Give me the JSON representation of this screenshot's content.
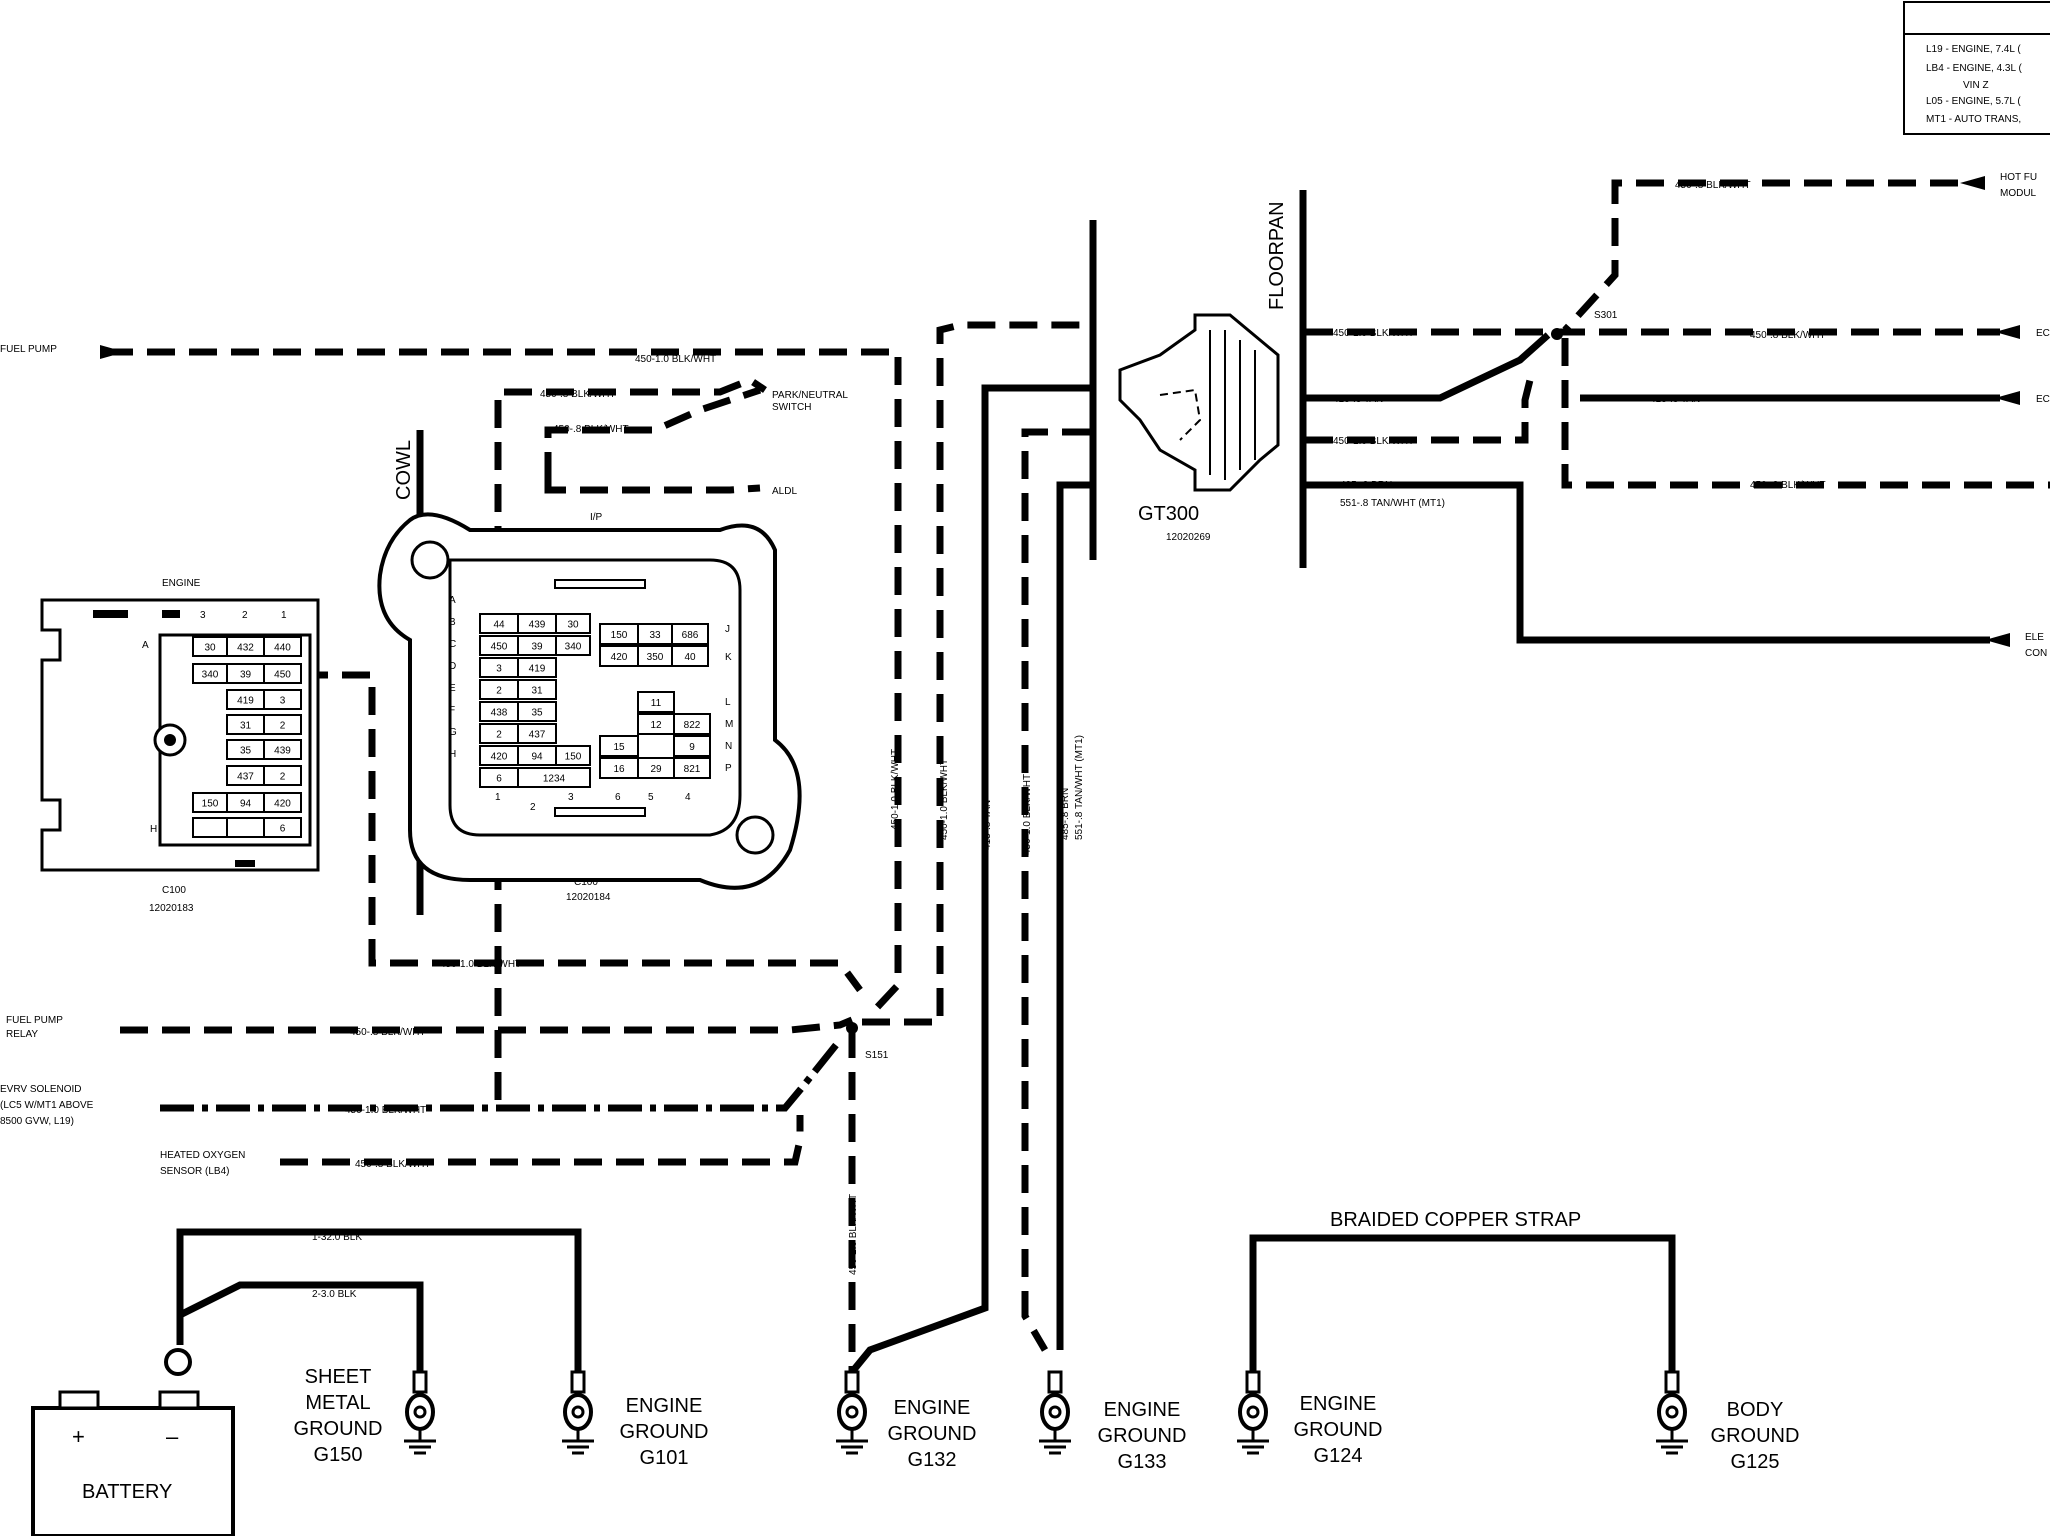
{
  "legend": {
    "lines": [
      "L19 - ENGINE, 7.4L (",
      "LB4 - ENGINE, 4.3L (",
      "VIN Z",
      "L05 - ENGINE, 5.7L (",
      "MT1 - AUTO TRANS,"
    ]
  },
  "labels": {
    "fuel_pump": "FUEL PUMP",
    "fuel_pump_relay": [
      "FUEL PUMP",
      "RELAY"
    ],
    "evrv_solenoid": [
      "EVRV SOLENOID",
      "(LC5 W/MT1 ABOVE",
      "8500 GVW, L19)"
    ],
    "heated_oxygen_sensor": [
      "HEATED OXYGEN",
      "SENSOR (LB4)"
    ],
    "park_neutral_switch": [
      "PARK/NEUTRAL",
      "SWITCH"
    ],
    "aldl": "ALDL",
    "ip": "I/P",
    "cowl": "COWL",
    "floorpan": "FLOORPAN",
    "engine": "ENGINE",
    "hot_fuel_module": [
      "HOT FU",
      "MODUL"
    ],
    "right_ec_1": "EC",
    "right_ec_2": "EC",
    "right_ele": [
      "ELE",
      "CON"
    ],
    "braided_copper_strap": "BRAIDED COPPER STRAP",
    "battery": "BATTERY",
    "battery_plus": "+",
    "battery_minus": "–"
  },
  "connectors": {
    "c100_engine": {
      "name": "C100",
      "part": "12020183",
      "cols": [
        "3",
        "2",
        "1"
      ],
      "rows": [
        "A",
        "H"
      ]
    },
    "c100_ip": {
      "name": "C100",
      "part": "12020184",
      "rows": [
        "A",
        "B",
        "C",
        "D",
        "E",
        "F",
        "G",
        "H"
      ],
      "rows_right": [
        "J",
        "K",
        "L",
        "M",
        "N",
        "P"
      ],
      "cols": [
        "1",
        "2",
        "3",
        "6",
        "5",
        "4"
      ]
    },
    "gt300": {
      "name": "GT300",
      "part": "12020269"
    }
  },
  "splices": {
    "s151": "S151",
    "s301": "S301"
  },
  "grounds": {
    "g150": [
      "SHEET",
      "METAL",
      "GROUND",
      "G150"
    ],
    "g101": [
      "ENGINE",
      "GROUND",
      "G101"
    ],
    "g132": [
      "ENGINE",
      "GROUND",
      "G132"
    ],
    "g133": [
      "ENGINE",
      "GROUND",
      "G133"
    ],
    "g124": [
      "ENGINE",
      "GROUND",
      "G124"
    ],
    "g125": [
      "BODY",
      "GROUND",
      "G125"
    ]
  },
  "wire_labels": {
    "w1": "450-1.0 BLK/WHT",
    "w2": "450-.8 BLK/WHT",
    "w3": "450-.8 BLK/WHT",
    "w4": "450-1.0 BLK/WHT",
    "w5": "450-.8 BLK/WHT",
    "w6": "450-1.0 BLK/WHT",
    "w7": "450-.8 BLK/WHT",
    "w8": "1-32.0 BLK",
    "w9": "2-3.0 BLK",
    "v1": "450-1.0 BLK/WHT",
    "v2": "450-1.0 BLK/WHT",
    "v3": "413-.8 TAN",
    "v4": "450-1.0 BLK/WHT",
    "v5": "485-.8 BRN",
    "v6": "551-.8 TAN/WHT (MT1)",
    "v7": "450-1.0 BLK/WHT",
    "r1": "450-.8 BLK/WHT",
    "r2": "450-1.0 BLK/WHT",
    "r3": "450-.8 BLK/WHT",
    "r4": "413-.8 TAN",
    "r5": "413-.8 TAN",
    "r6": "450-1.0 BLK/WHT",
    "r7": "485-.8 BRN",
    "r8": "551-.8 TAN/WHT (MT1)",
    "r9": "450-.8 BLK/WHT"
  },
  "c100_engine_cells": [
    {
      "v": "30"
    },
    {
      "v": "432"
    },
    {
      "v": "440"
    },
    {
      "v": "340"
    },
    {
      "v": "39"
    },
    {
      "v": "450"
    },
    {
      "v": "419"
    },
    {
      "v": "3"
    },
    {
      "v": "31"
    },
    {
      "v": "2"
    },
    {
      "v": "35"
    },
    {
      "v": "439"
    },
    {
      "v": "437"
    },
    {
      "v": "2"
    },
    {
      "v": "150"
    },
    {
      "v": "94"
    },
    {
      "v": "420"
    },
    {
      "v": ""
    },
    {
      "v": ""
    },
    {
      "v": "6"
    }
  ],
  "c100_ip_left_cells": [
    {
      "v": "44"
    },
    {
      "v": "439"
    },
    {
      "v": "30"
    },
    {
      "v": "450"
    },
    {
      "v": "39"
    },
    {
      "v": "340"
    },
    {
      "v": "3"
    },
    {
      "v": "419"
    },
    {
      "v": "2"
    },
    {
      "v": "31"
    },
    {
      "v": "438"
    },
    {
      "v": "35"
    },
    {
      "v": "2"
    },
    {
      "v": "437"
    },
    {
      "v": "420"
    },
    {
      "v": "94"
    },
    {
      "v": "150"
    },
    {
      "v": "6"
    },
    {
      "v": "1234"
    }
  ],
  "c100_ip_right_cells": [
    {
      "v": "150"
    },
    {
      "v": "33"
    },
    {
      "v": "686"
    },
    {
      "v": "420"
    },
    {
      "v": "350"
    },
    {
      "v": "40"
    },
    {
      "v": "11"
    },
    {
      "v": "12"
    },
    {
      "v": "822"
    },
    {
      "v": "15"
    },
    {
      "v": "9"
    },
    {
      "v": "16"
    },
    {
      "v": "29"
    },
    {
      "v": "821"
    }
  ]
}
